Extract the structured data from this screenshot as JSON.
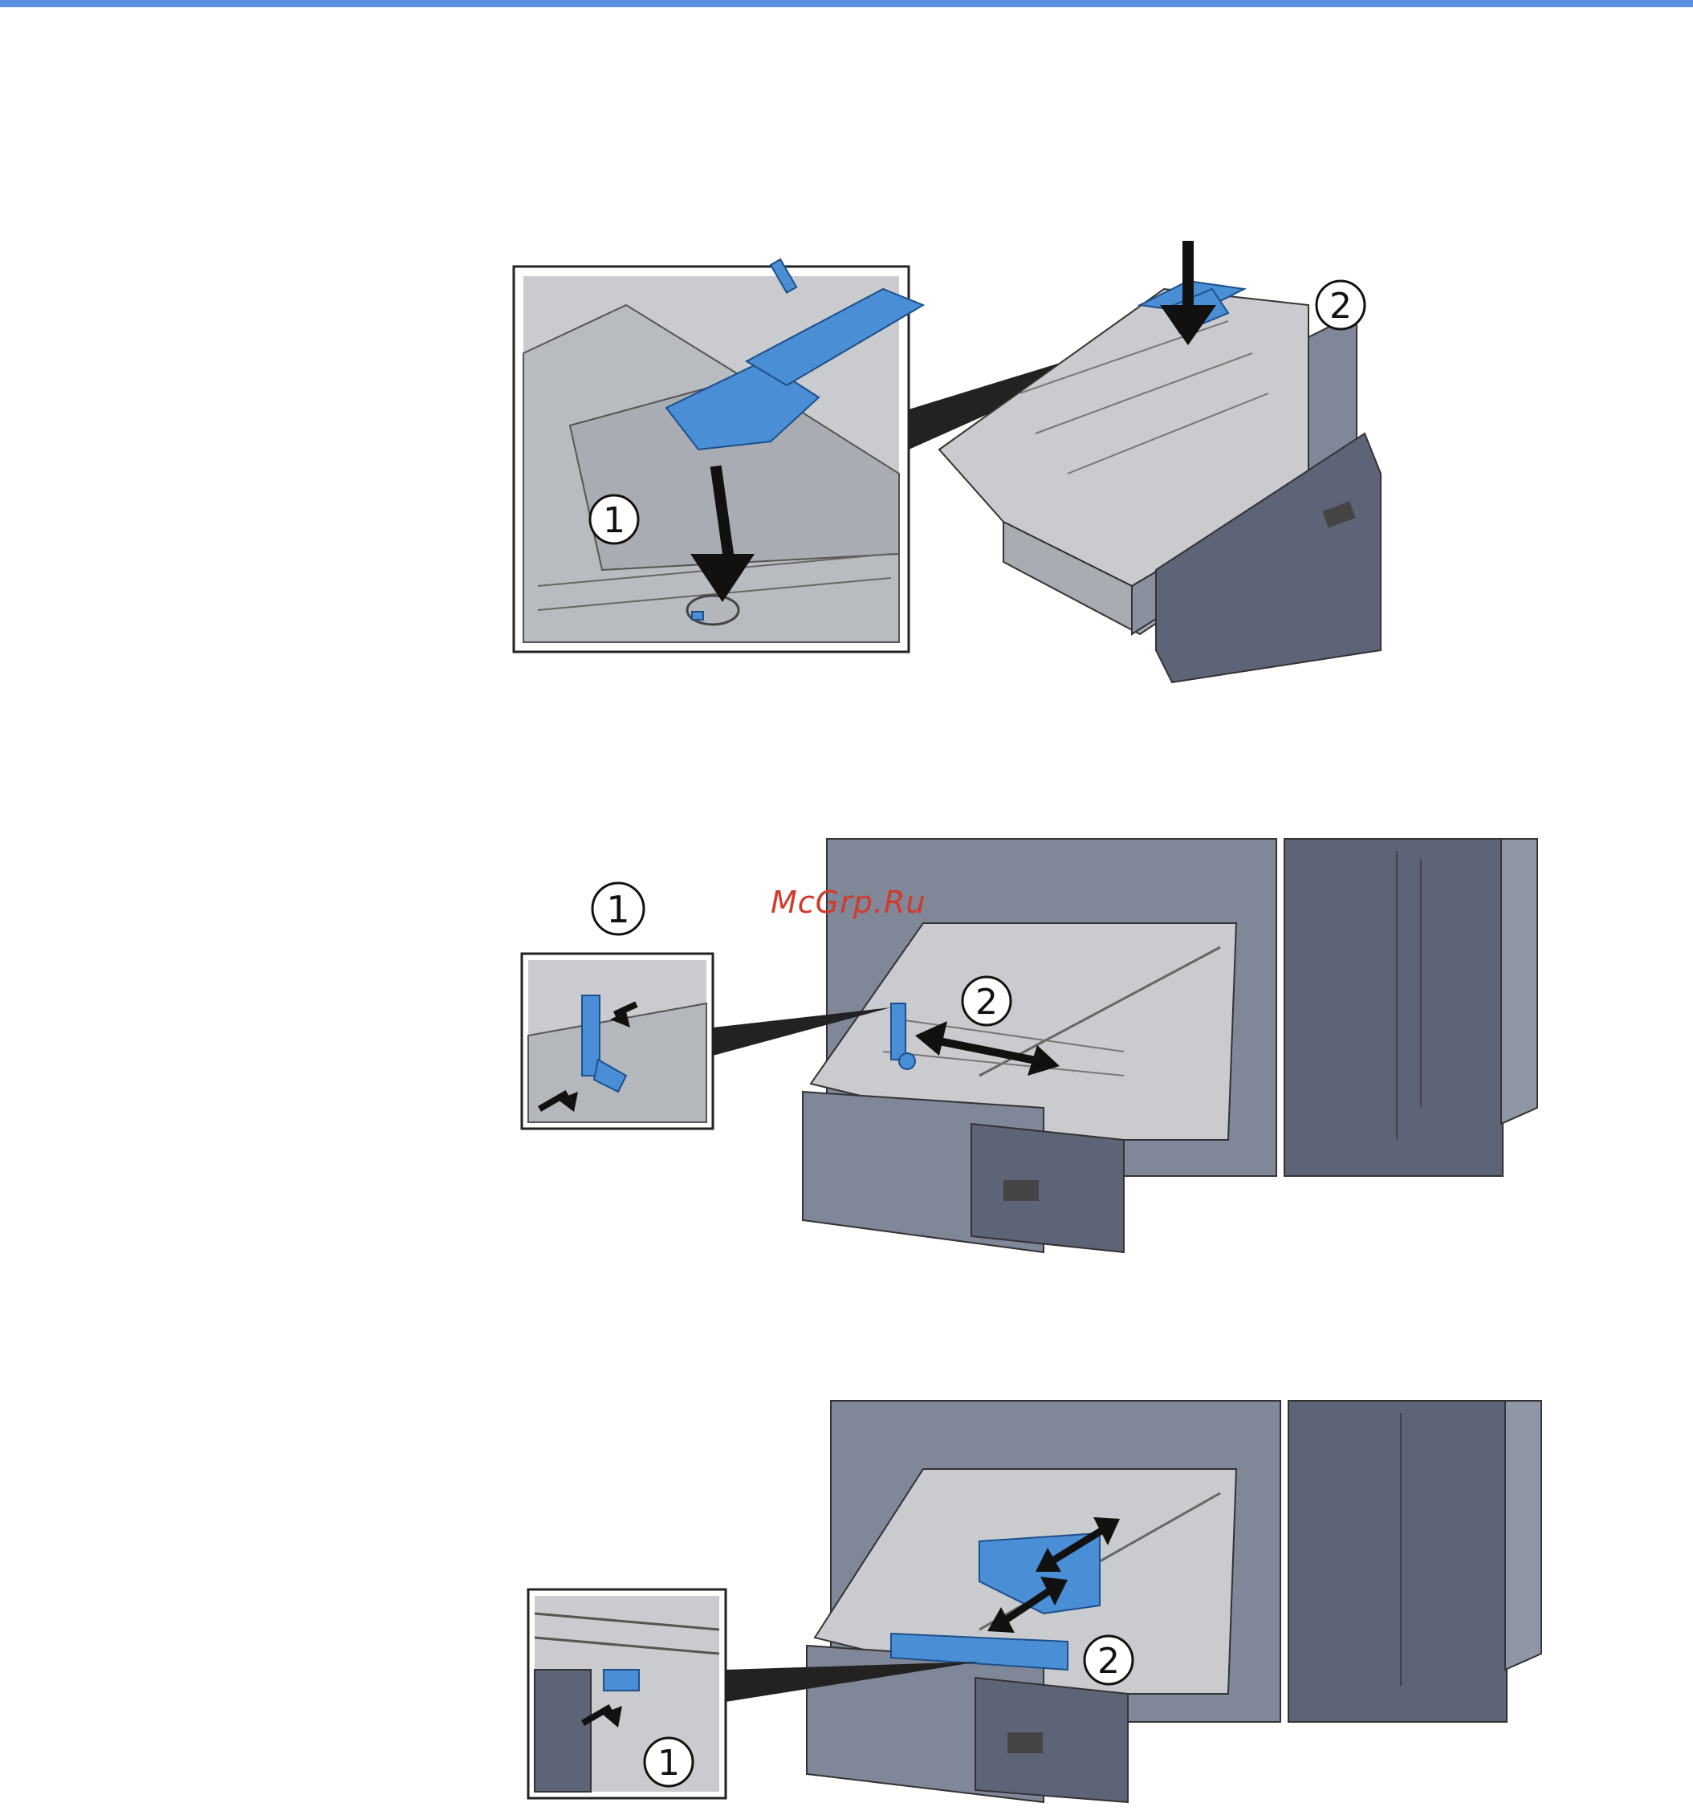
{
  "colors": {
    "accent_bar": "#5B8FE0",
    "tray_gray": "#7f8799",
    "tray_dark": "#5d6477",
    "tray_light": "#c9cbce",
    "part_blue": "#4a8fd6",
    "watermark": "#d23a2a"
  },
  "watermark": "McGrp.Ru",
  "figures": [
    {
      "callouts": [
        "1",
        "2"
      ]
    },
    {
      "callouts": [
        "1",
        "2"
      ]
    },
    {
      "callouts": [
        "1",
        "2"
      ]
    }
  ]
}
